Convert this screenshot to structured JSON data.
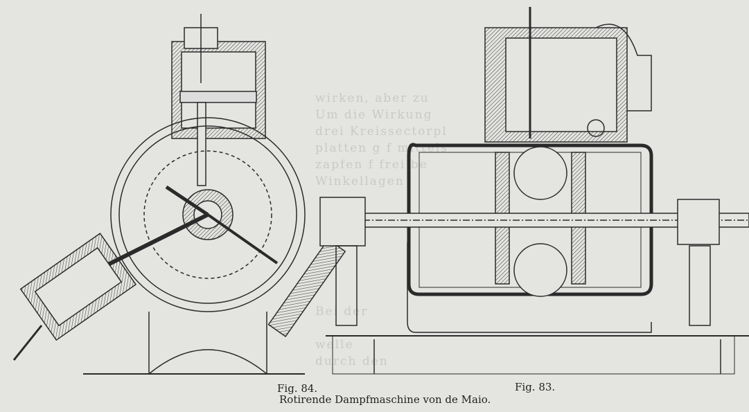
{
  "figures": {
    "fig84_label": "Fig. 84.",
    "fig83_label": "Fig. 83.",
    "caption": "Rotirende Dampfmaschine von de Maio."
  },
  "bleed_text": [
    "wirken, aber zu",
    "Um die Wirkung",
    "drei Kreissectorpl",
    "platten g f mittels",
    "zapfen f frei be",
    "Winkellagen",
    "Bei der",
    "welle",
    "durch den"
  ]
}
